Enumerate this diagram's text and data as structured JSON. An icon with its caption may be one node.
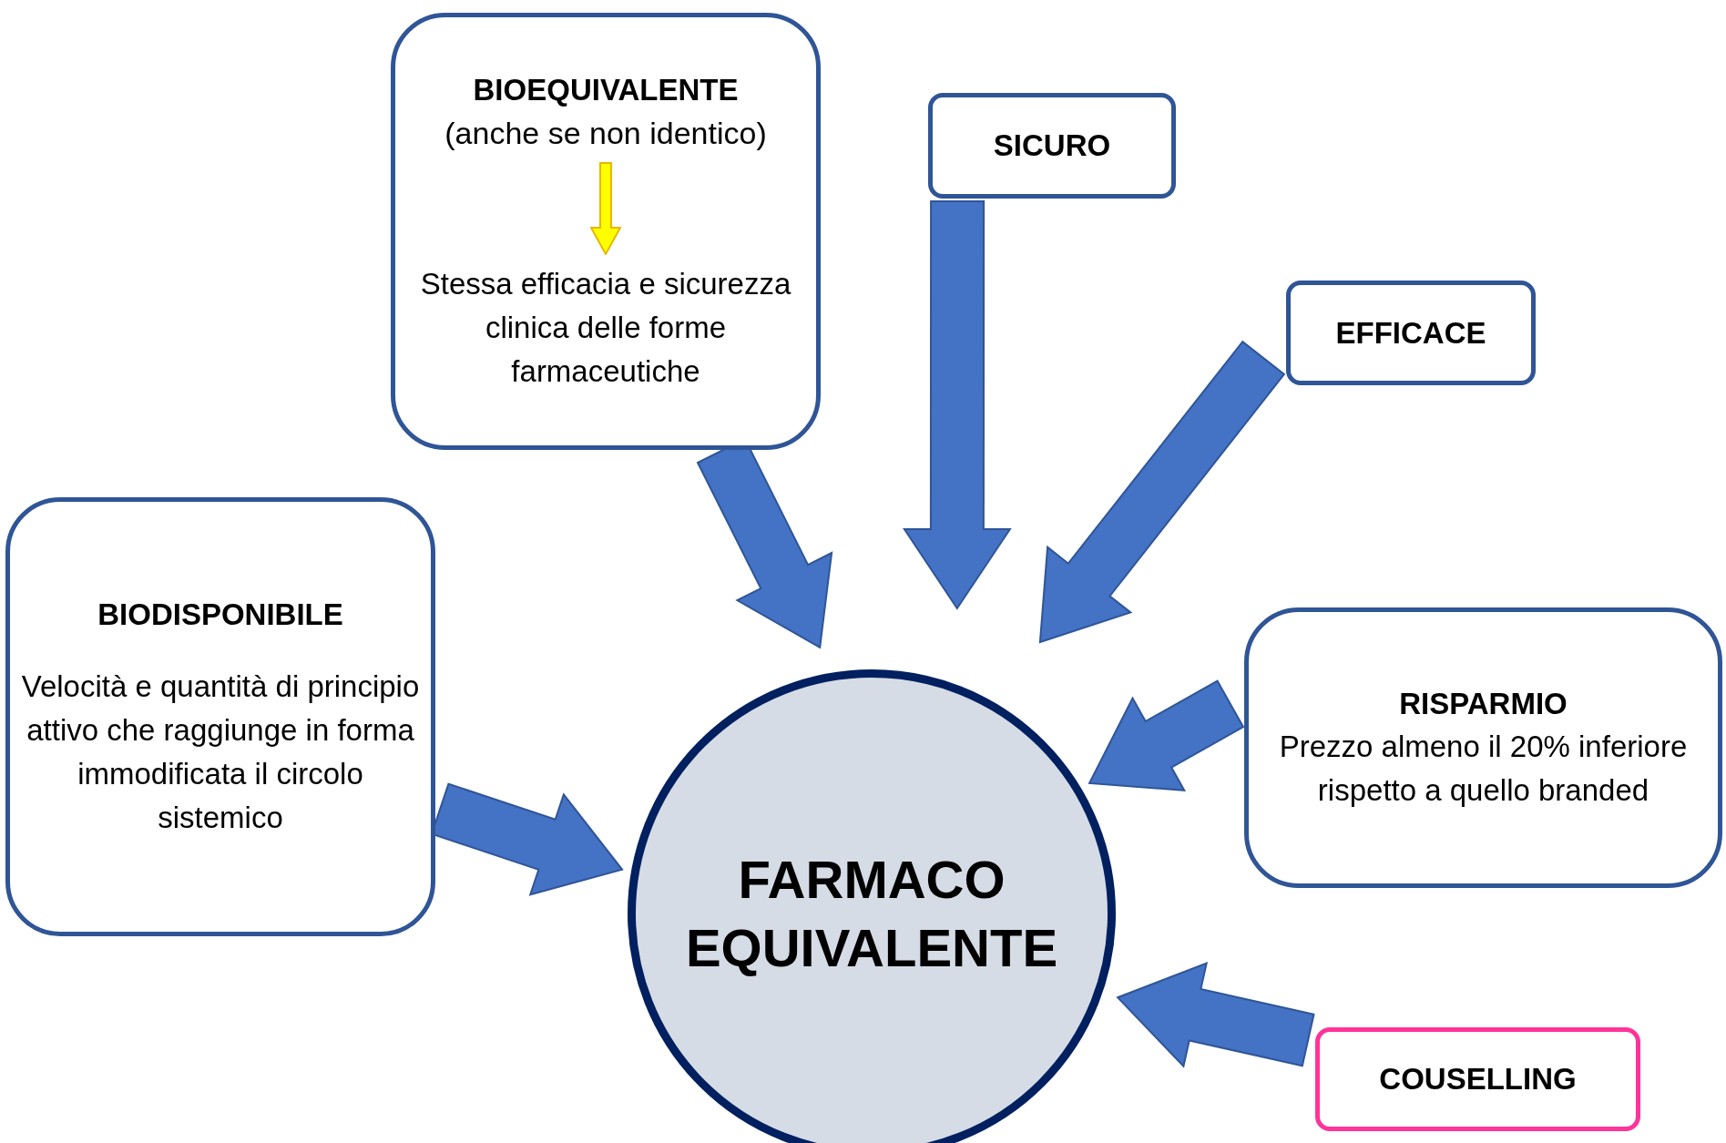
{
  "diagram": {
    "nodes": [
      {
        "text": [
          "BIOEQUIVALENTE",
          "(anche se non identico)",
          "Stessa efficacia e sicurezza clinica delle forme farmaceutiche"
        ]
      },
      {
        "text": [
          "SICURO"
        ]
      },
      {
        "text": [
          "EFFICACE"
        ]
      },
      {
        "text": [
          "BIODISPONIBILE",
          "Velocità e quantità di principio attivo che raggiunge in forma immodificata il circolo sistemico"
        ]
      },
      {
        "text": [
          "FARMACO EQUIVALENTE"
        ]
      },
      {
        "text": [
          "RISPARMIO",
          "Prezzo almeno il 20% inferiore rispetto a quello branded"
        ]
      },
      {
        "text": [
          "COUSELLING"
        ]
      }
    ],
    "edges": [
      {
        "from": 0,
        "to": 4,
        "arrow": "to",
        "style": "thick"
      },
      {
        "from": 1,
        "to": 4,
        "arrow": "to",
        "style": "thick"
      },
      {
        "from": 2,
        "to": 4,
        "arrow": "to",
        "style": "thick"
      },
      {
        "from": 3,
        "to": 4,
        "arrow": "to",
        "style": "thick"
      },
      {
        "from": 5,
        "to": 4,
        "arrow": "to",
        "style": "thick"
      },
      {
        "from": 6,
        "to": 4,
        "arrow": "to",
        "style": "thick"
      }
    ]
  }
}
